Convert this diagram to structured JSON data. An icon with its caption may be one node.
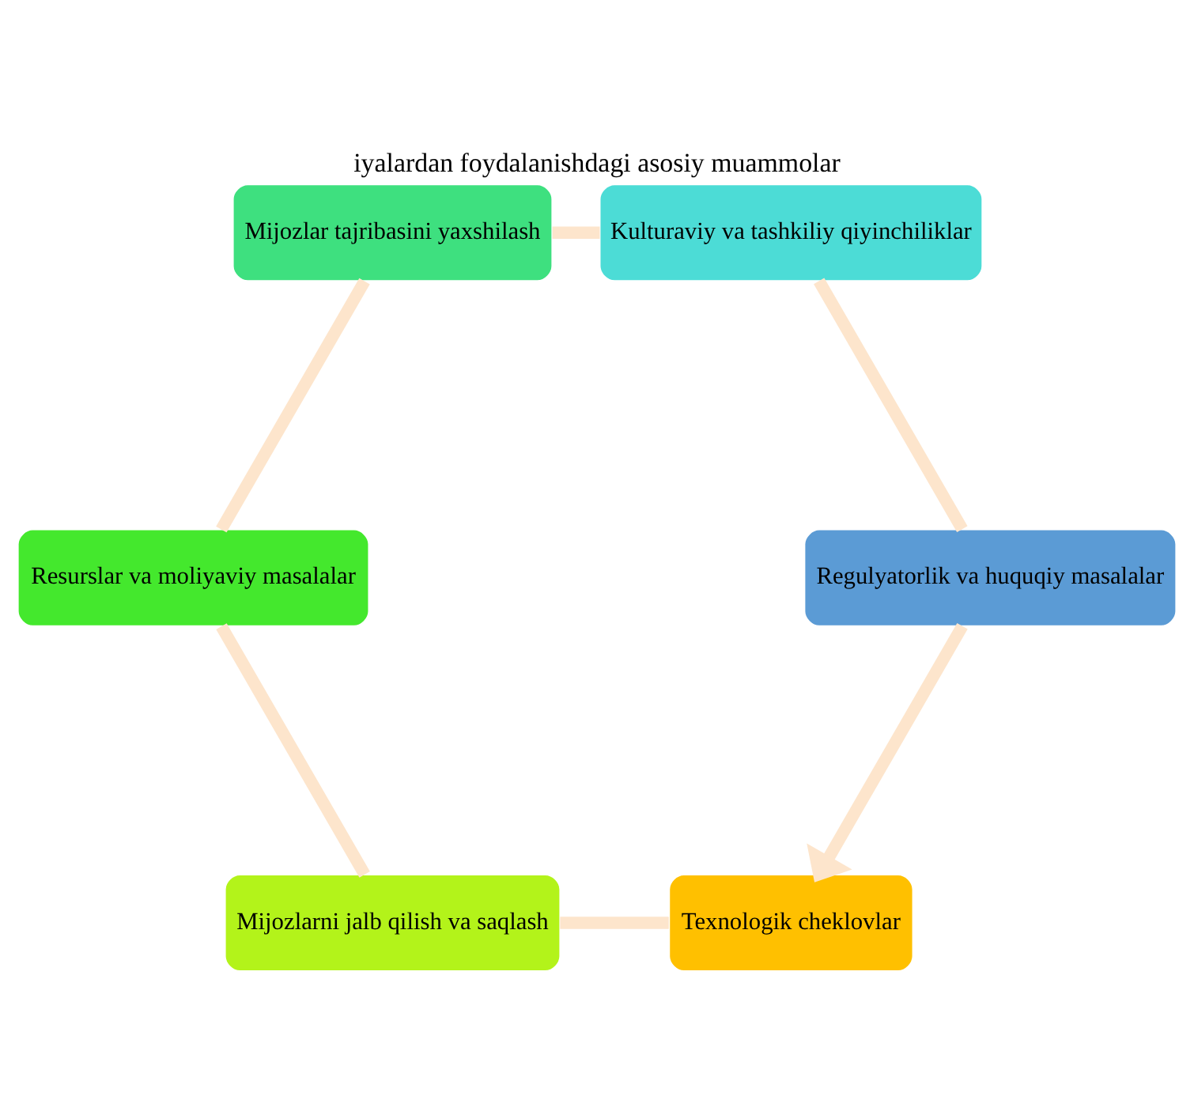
{
  "diagram": {
    "title": "iyalardan foydalanishdagi asosiy muammolar",
    "nodes": [
      {
        "text": [
          "Texnologik cheklovlar"
        ]
      },
      {
        "text": [
          "Mijozlarni jalb qilish va saqlash"
        ]
      },
      {
        "text": [
          "Resurslar va moliyaviy masalalar"
        ]
      },
      {
        "text": [
          "Mijozlar tajribasini yaxshilash"
        ]
      },
      {
        "text": [
          "Kulturaviy va tashkiliy qiyinchiliklar"
        ]
      },
      {
        "text": [
          "Regulyatorlik va huquqiy masalalar"
        ]
      }
    ],
    "edges": [
      {
        "from": 0,
        "to": 1,
        "arrow": "none"
      },
      {
        "from": 1,
        "to": 2,
        "arrow": "none"
      },
      {
        "from": 2,
        "to": 3,
        "arrow": "none"
      },
      {
        "from": 3,
        "to": 4,
        "arrow": "none"
      },
      {
        "from": 4,
        "to": 5,
        "arrow": "none"
      },
      {
        "from": 5,
        "to": 0,
        "arrow": "to"
      }
    ]
  }
}
